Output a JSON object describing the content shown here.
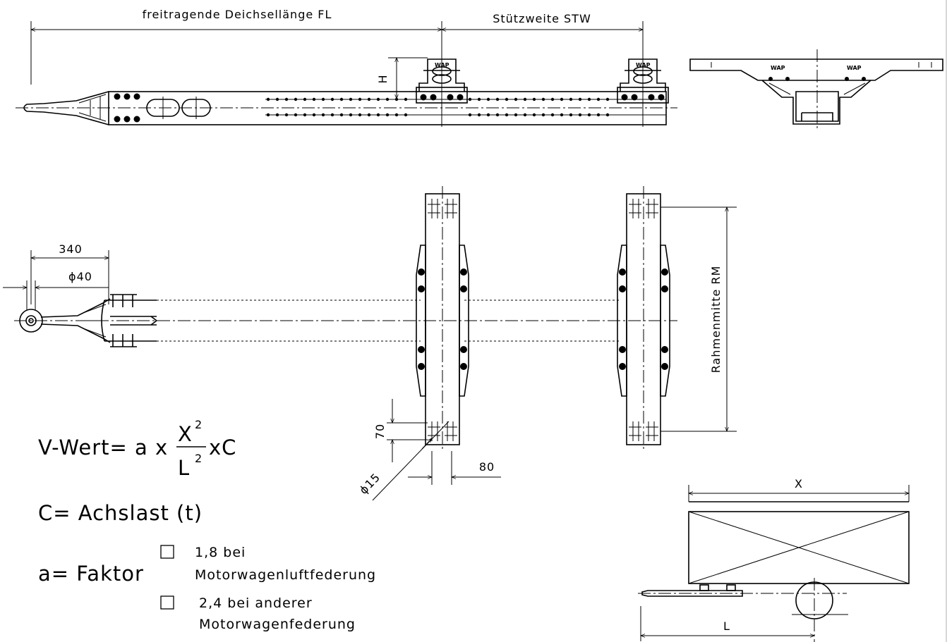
{
  "dimensions": {
    "fl_label": "freitragende Deichsellänge FL",
    "stw_label": "Stützweite STW",
    "h_label": "H",
    "d340": "340",
    "phi40": "ϕ40",
    "rm_label": "Rahmenmitte RM",
    "d70": "70",
    "phi15": "ϕ15",
    "d80": "80",
    "x_label": "X",
    "l_label": "L"
  },
  "formula": {
    "lhs": "V-Wert= a x",
    "numerator": "X",
    "num_exp": "2",
    "denominator": "L",
    "den_exp": "2",
    "rhs": "xC",
    "c_def": "C= Achslast (t)",
    "a_def": "a= Faktor"
  },
  "options": [
    {
      "line1": "1,8 bei",
      "line2": "Motorwagenluftfederung",
      "checked": false
    },
    {
      "line1": "2,4 bei anderer",
      "line2": "Motorwagenfederung",
      "checked": false
    }
  ],
  "marks": {
    "stamp": "WAP"
  }
}
